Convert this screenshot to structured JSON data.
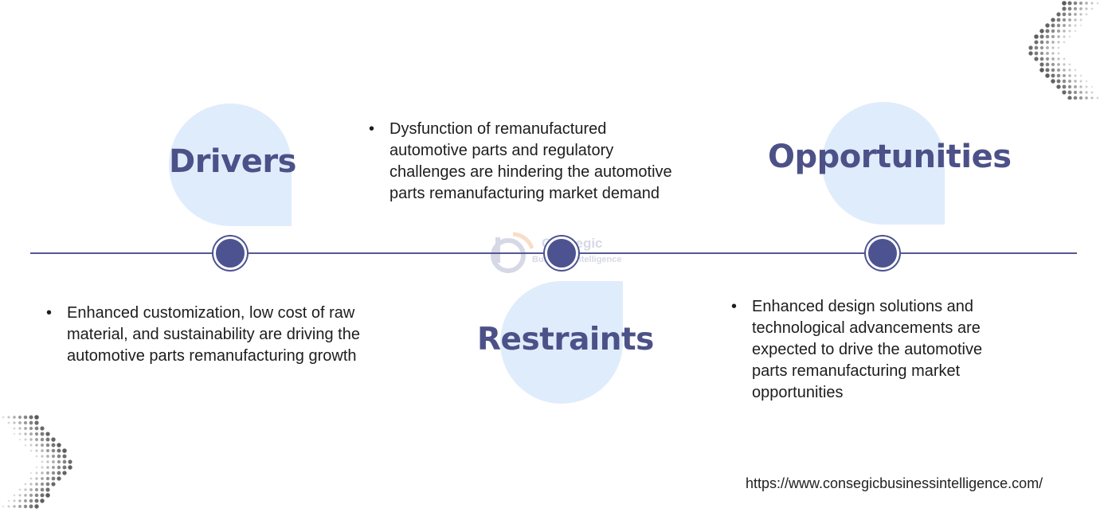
{
  "headings": {
    "drivers": "Drivers",
    "restraints": "Restraints",
    "opportunities": "Opportunities"
  },
  "bullets": {
    "drivers": [
      "Enhanced customization, low cost of raw",
      "material, and sustainability are driving the",
      "automotive parts remanufacturing growth"
    ],
    "restraints": [
      "Dysfunction of remanufactured",
      "automotive parts and regulatory",
      "challenges are hindering the automotive",
      "parts remanufacturing market demand"
    ],
    "opportunities": [
      "Enhanced design solutions and",
      "technological advancements are",
      "expected to drive the automotive",
      "parts remanufacturing market",
      "opportunities"
    ]
  },
  "watermark": {
    "line1": "Consegic",
    "line2": "Business Intelligence"
  },
  "footer": {
    "url": "https://www.consegicbusinessintelligence.com/"
  },
  "colors": {
    "accent": "#4d5390",
    "blob": "#dfecfb",
    "heading": "#4c5188"
  },
  "icons": {
    "top_right": "dotted-chevron-left",
    "bottom_left": "dotted-chevron-right"
  }
}
